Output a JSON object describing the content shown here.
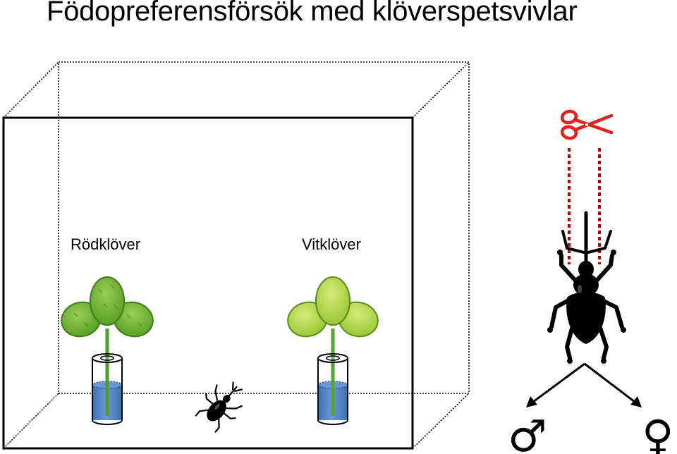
{
  "title": "Födopreferensförsök med klöverspetsvivlar",
  "labels": {
    "left_plant": "Rödklöver",
    "right_plant": "Vitklöver"
  },
  "symbols": {
    "male": "♂",
    "female": "♀"
  },
  "icons": {
    "scissors": "scissors-icon",
    "weevil": "weevil-icon",
    "plant": "clover-plant",
    "tube": "water-tube"
  },
  "colors": {
    "red_clover_leaf": "#6fae2e",
    "white_clover_leaf": "#a6cf3a",
    "water": "#4f7fc0",
    "scissors": "#e2231a",
    "cut_line": "#c00000",
    "box_line": "#000000"
  }
}
